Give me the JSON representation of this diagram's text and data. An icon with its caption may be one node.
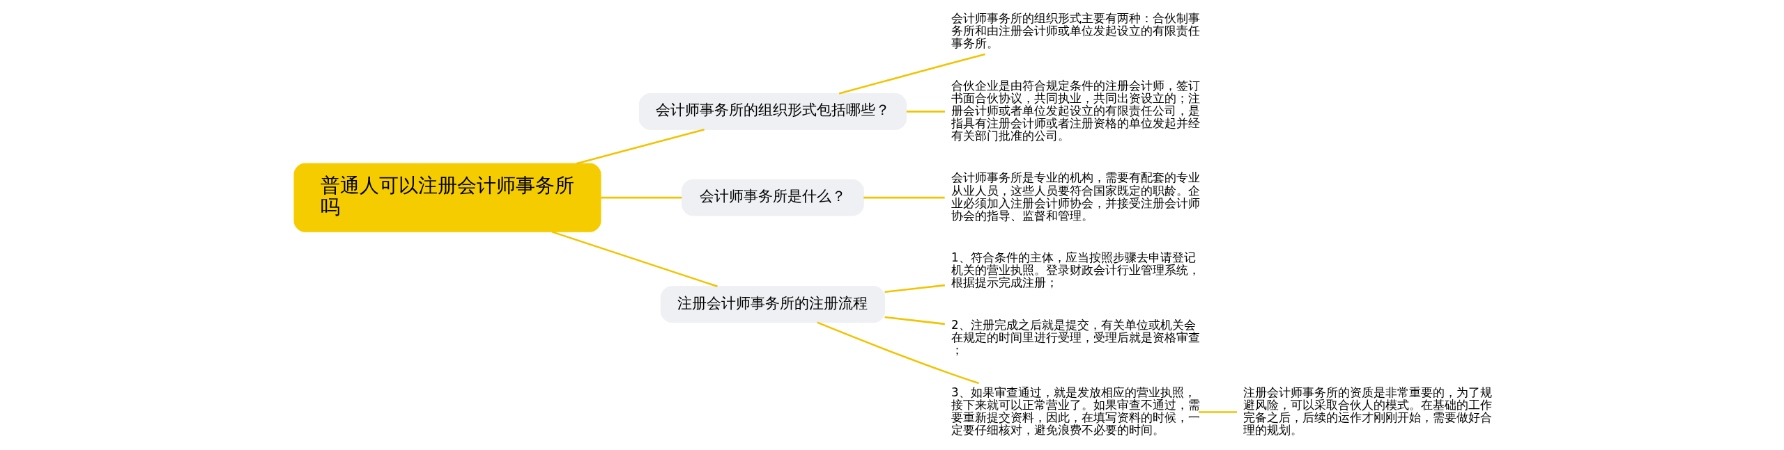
{
  "diagram": {
    "nodes": [
      {
        "text": [
          "普通人可以注册会计师事务所吗"
        ]
      },
      {
        "text": [
          "会计师事务所的组织形式包括哪些？"
        ]
      },
      {
        "text": [
          "会计师事务所的组织形式主要有两种：合伙制事务所和由注册会计师或单位发起设立的有限责任事务所。"
        ]
      },
      {
        "text": [
          "合伙企业是由符合规定条件的注册会计师，签订书面合伙协议，共同执业，共同出资设立的；注册会计师或者单位发起设立的有限责任公司，是指具有注册会计师或者注册资格的单位发起并经有关部门批准的公司。"
        ]
      },
      {
        "text": [
          "会计师事务所是什么？"
        ]
      },
      {
        "text": [
          "会计师事务所是专业的机构，需要有配套的专业从业人员，这些人员要符合国家既定的职龄。企业必须加入注册会计师协会，并接受注册会计师协会的指导、监督和管理。"
        ]
      },
      {
        "text": [
          "注册会计师事务所的注册流程"
        ]
      },
      {
        "text": [
          "1、符合条件的主体，应当按照步骤去申请登记机关的营业执照。登录财政会计行业管理系统，根据提示完成注册；"
        ]
      },
      {
        "text": [
          "2、注册完成之后就是提交，有关单位或机关会在规定的时间里进行受理，受理后就是资格审查；"
        ]
      },
      {
        "text": [
          "3、如果审查通过，就是发放相应的营业执照，接下来就可以正常营业了。如果审查不通过，需要重新提交资料，因此，在填写资料的时候，一定要仔细核对，避免浪费不必要的时间。"
        ]
      },
      {
        "text": [
          "注册会计师事务所的资质是非常重要的，为了规避风险，可以采取合伙人的模式。在基础的工作完备之后，后续的运作才刚刚开始，需要做好合理的规划。"
        ]
      }
    ],
    "edges": [
      {
        "from": 0,
        "to": 1,
        "arrow": "none"
      },
      {
        "from": 1,
        "to": 2,
        "arrow": "none"
      },
      {
        "from": 1,
        "to": 3,
        "arrow": "none"
      },
      {
        "from": 0,
        "to": 4,
        "arrow": "none"
      },
      {
        "from": 4,
        "to": 5,
        "arrow": "none"
      },
      {
        "from": 0,
        "to": 6,
        "arrow": "none"
      },
      {
        "from": 6,
        "to": 7,
        "arrow": "none"
      },
      {
        "from": 6,
        "to": 8,
        "arrow": "none"
      },
      {
        "from": 6,
        "to": 9,
        "arrow": "none"
      },
      {
        "from": 9,
        "to": 10,
        "arrow": "none"
      }
    ]
  }
}
